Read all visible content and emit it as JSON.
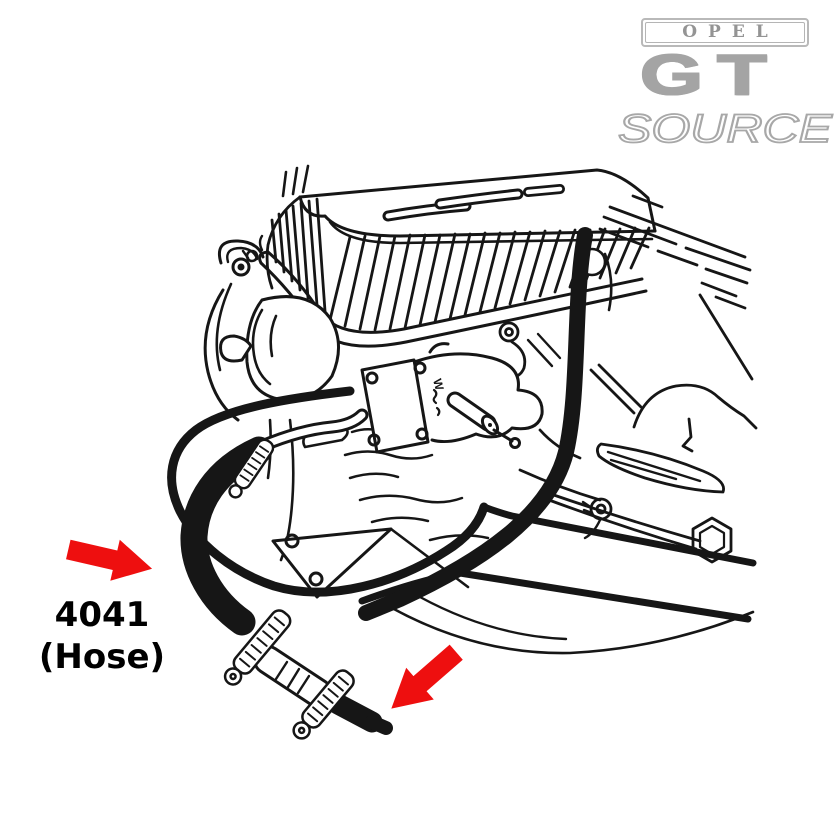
{
  "logo": {
    "line1": "OPEL",
    "line2": "GT",
    "line3": "SOURCE",
    "color_gray": "#a4a4a4"
  },
  "label": {
    "part_number": "4041",
    "part_name": "(Hose)"
  },
  "colors": {
    "arrow_red": "#ee0f0f",
    "ink": "#161616",
    "logo_gray": "#a4a4a4"
  },
  "illustration": {
    "description": "Opel GT engine compartment line drawing showing fuel hose 4041 with clamps and connector",
    "pump_mark": "W"
  },
  "annotations": {
    "arrow1": "points right at hose 4041",
    "arrow2": "points down-left at hose end fitting"
  }
}
